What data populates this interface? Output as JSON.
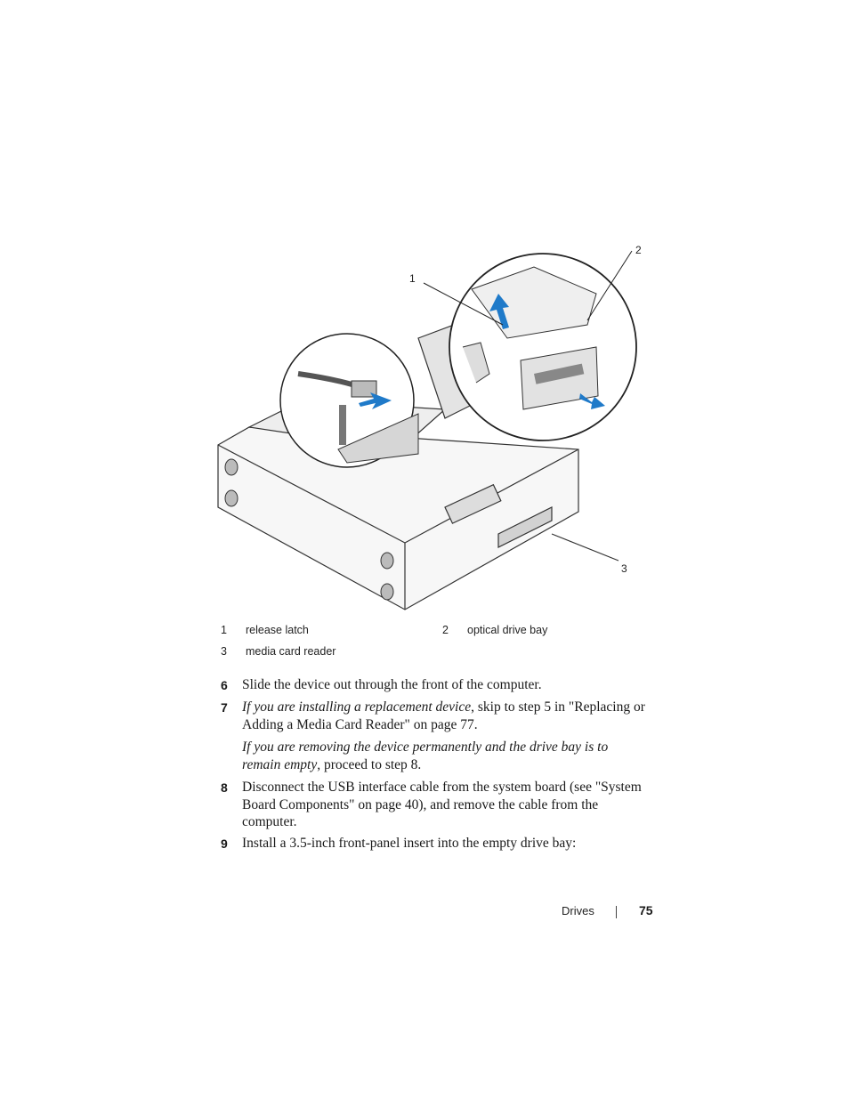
{
  "figure": {
    "callouts": [
      "1",
      "2",
      "3"
    ]
  },
  "legend": [
    {
      "num": "1",
      "label": "release latch"
    },
    {
      "num": "2",
      "label": "optical drive bay"
    },
    {
      "num": "3",
      "label": "media card reader"
    }
  ],
  "steps": [
    {
      "num": "6",
      "text": "Slide the device out through the front of the computer."
    },
    {
      "num": "7",
      "italic": "If you are installing a replacement device",
      "rest": ", skip to step 5 in \"Replacing or Adding a Media Card Reader\" on page 77.",
      "sub_italic": "If you are removing the device permanently and the drive bay is to remain empty",
      "sub_rest": ", proceed to step 8."
    },
    {
      "num": "8",
      "text": "Disconnect the USB interface cable from the system board (see \"System Board Components\" on page 40), and remove the cable from the computer."
    },
    {
      "num": "9",
      "text": "Install a 3.5-inch front-panel insert into the empty drive bay:"
    }
  ],
  "footer": {
    "section": "Drives",
    "page": "75"
  }
}
